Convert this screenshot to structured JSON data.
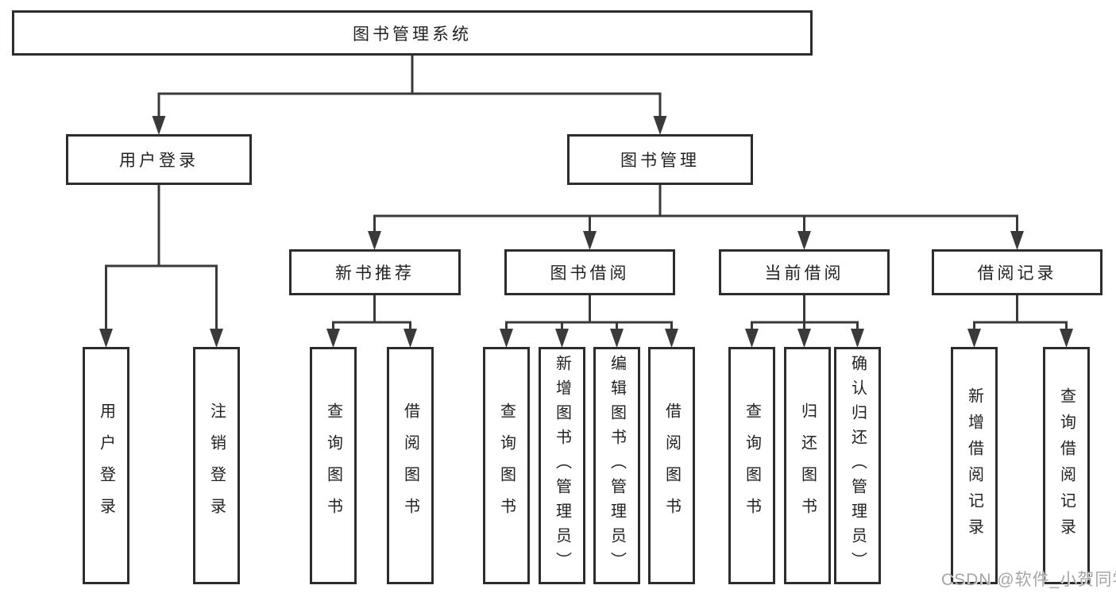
{
  "colors": {
    "line": "#3a3a3a",
    "box_border": "#2d2d2d",
    "text": "#222222",
    "watermark": "#a5a5a5",
    "background": "#ffffff"
  },
  "watermark": {
    "text": "CSDN @软件_小贺同学"
  },
  "diagram": {
    "root": {
      "label": "图书管理系统"
    },
    "level2": [
      {
        "label": "用户登录",
        "parent": "图书管理系统"
      },
      {
        "label": "图书管理",
        "parent": "图书管理系统"
      }
    ],
    "level3": [
      {
        "label": "新书推荐",
        "parent": "图书管理"
      },
      {
        "label": "图书借阅",
        "parent": "图书管理"
      },
      {
        "label": "当前借阅",
        "parent": "图书管理"
      },
      {
        "label": "借阅记录",
        "parent": "图书管理"
      }
    ],
    "leaves": [
      {
        "label": "用户登录",
        "parent": "用户登录"
      },
      {
        "label": "注销登录",
        "parent": "用户登录"
      },
      {
        "label": "查询图书",
        "parent": "新书推荐"
      },
      {
        "label": "借阅图书",
        "parent": "新书推荐"
      },
      {
        "label": "查询图书",
        "parent": "图书借阅"
      },
      {
        "label": "新增图书（管理员）",
        "parent": "图书借阅"
      },
      {
        "label": "编辑图书（管理员）",
        "parent": "图书借阅"
      },
      {
        "label": "借阅图书",
        "parent": "图书借阅"
      },
      {
        "label": "查询图书",
        "parent": "当前借阅"
      },
      {
        "label": "归还图书",
        "parent": "当前借阅"
      },
      {
        "label": "确认归还（管理员）",
        "parent": "当前借阅"
      },
      {
        "label": "新增借阅记录",
        "parent": "借阅记录"
      },
      {
        "label": "查询借阅记录",
        "parent": "借阅记录"
      }
    ]
  }
}
